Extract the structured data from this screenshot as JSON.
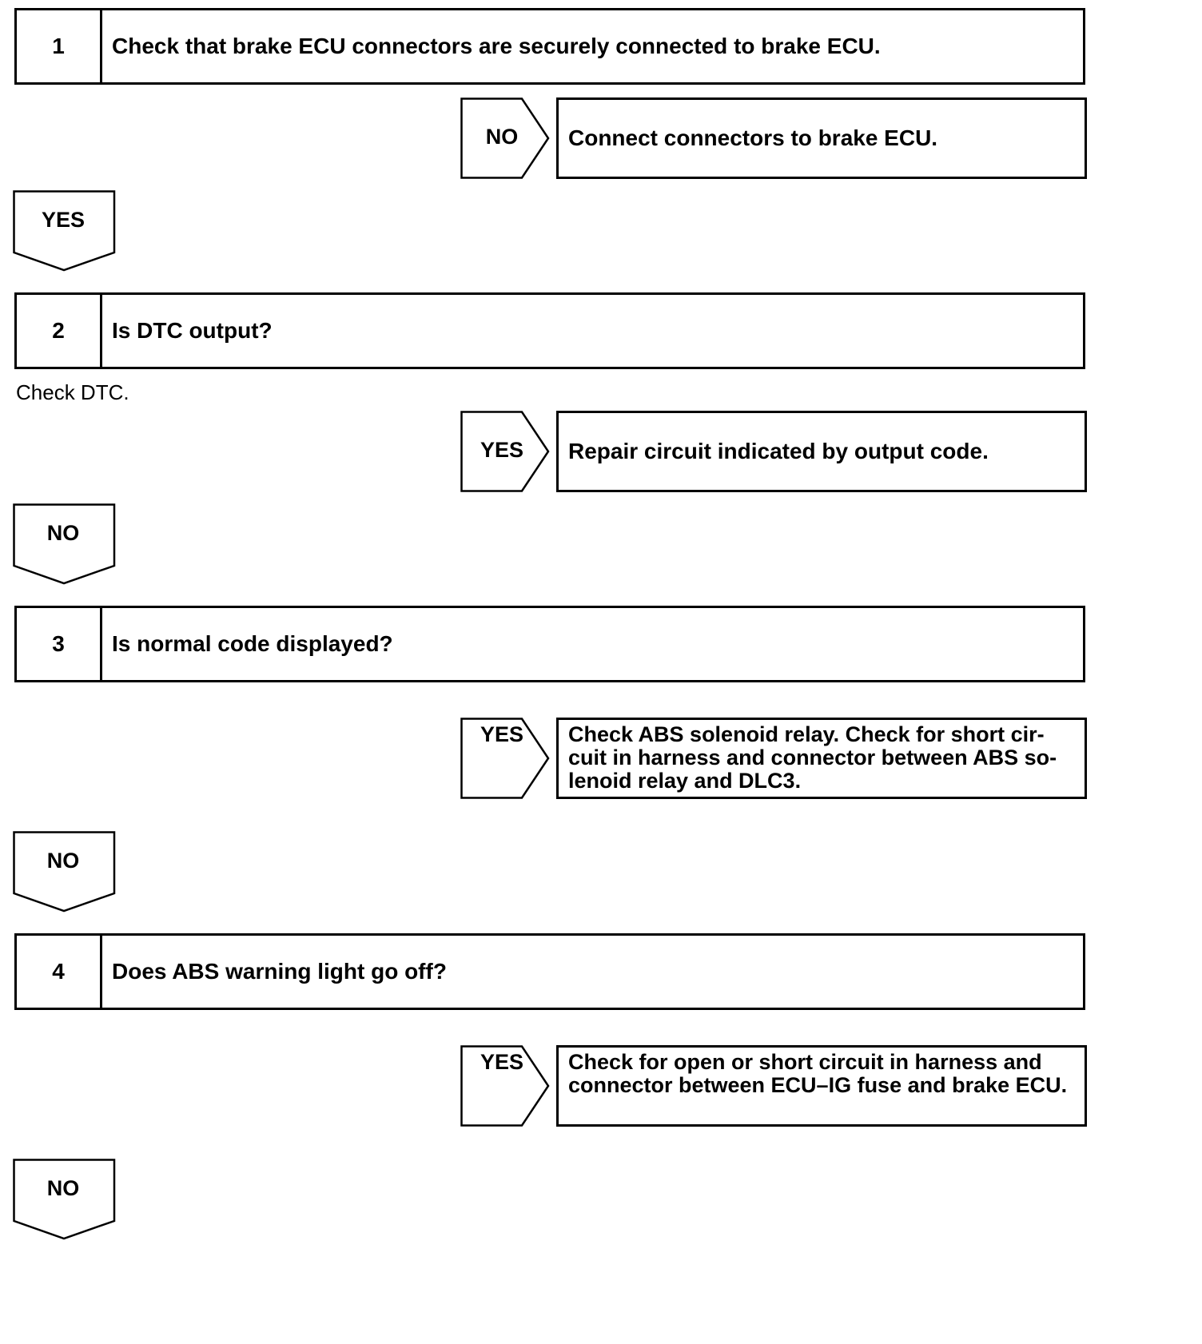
{
  "steps": [
    {
      "number": "1",
      "text": "Check that brake ECU connectors are securely connected to brake ECU."
    },
    {
      "number": "2",
      "text": "Is DTC output?"
    },
    {
      "number": "3",
      "text": "Is normal code displayed?"
    },
    {
      "number": "4",
      "text": "Does ABS warning light go off?"
    }
  ],
  "branches": [
    {
      "label": "NO",
      "action": "Connect connectors to brake ECU."
    },
    {
      "label": "YES",
      "action": "Repair circuit indicated by output code."
    },
    {
      "label": "YES",
      "action_lines": [
        "Check ABS solenoid relay. Check for short cir-",
        "cuit in harness and connector between ABS so-",
        "lenoid relay and DLC3."
      ]
    },
    {
      "label": "YES",
      "action_lines": [
        "Check for open or short circuit in harness and",
        "connector between ECU–IG fuse and brake ECU."
      ]
    }
  ],
  "down_arrows": [
    "YES",
    "NO",
    "NO",
    "NO"
  ],
  "notes": {
    "step2": "Check DTC."
  }
}
